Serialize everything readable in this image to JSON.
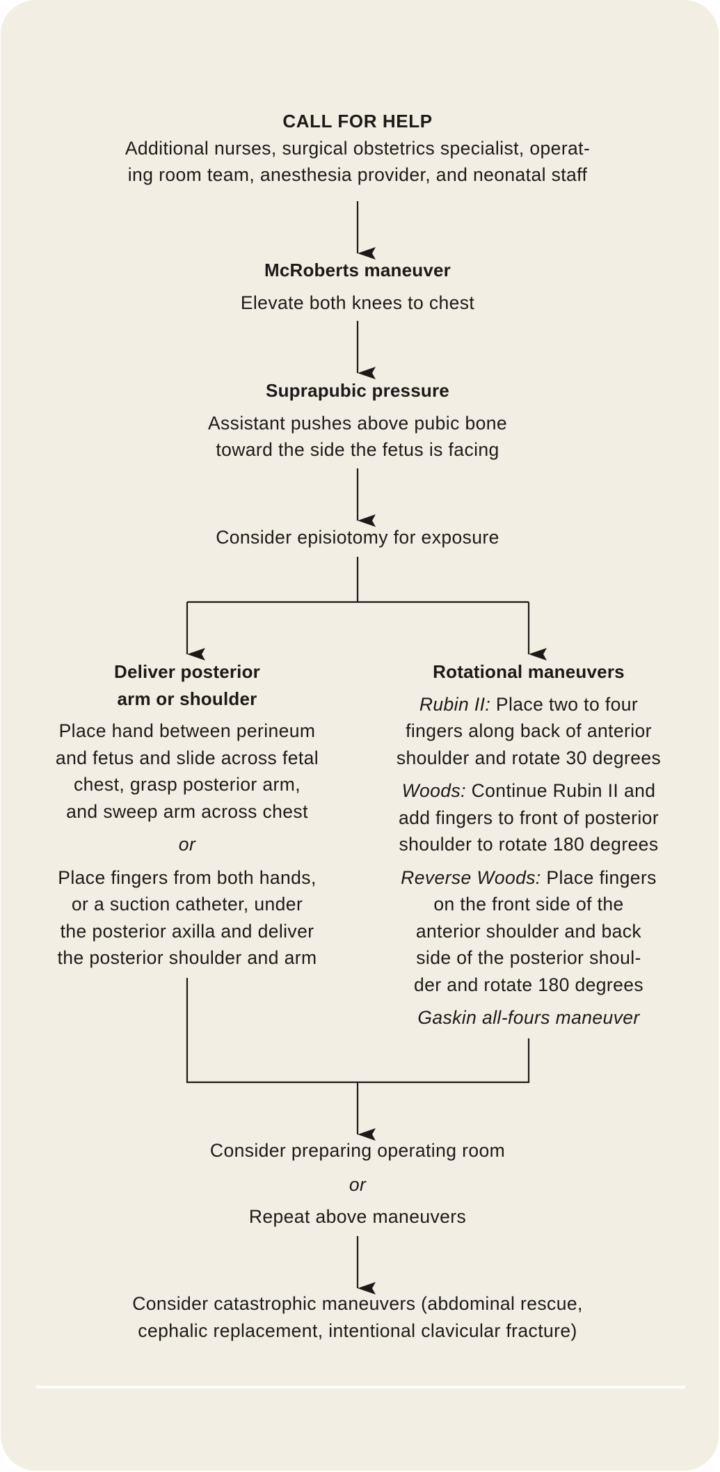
{
  "flowchart": {
    "colors": {
      "background": "#F2EEE4",
      "text": "#1C1A18",
      "connector": "#1C1A18",
      "divider": "#FFFFFF"
    },
    "call_for_help": {
      "title": "CALL FOR HELP",
      "lines": [
        "Additional nurses, surgical obstetrics specialist, operat-",
        "ing room team, anesthesia provider, and neonatal staff"
      ]
    },
    "mcroberts": {
      "title": "McRoberts maneuver",
      "lines": [
        "Elevate both knees to chest"
      ]
    },
    "suprapubic": {
      "title": "Suprapubic pressure",
      "lines": [
        "Assistant pushes above pubic bone",
        "toward the side the fetus is facing"
      ]
    },
    "episiotomy": {
      "lines": [
        "Consider episiotomy for exposure"
      ]
    },
    "posterior_arm": {
      "title_lines": [
        "Deliver posterior",
        "arm or shoulder"
      ],
      "option1_lines": [
        "Place hand between perineum",
        "and fetus and slide across fetal",
        "chest, grasp posterior arm,",
        "and sweep arm across chest"
      ],
      "or_label": "or",
      "option2_lines": [
        "Place fingers from both hands,",
        "or a suction catheter, under",
        "the posterior axilla and deliver",
        "the posterior shoulder and arm"
      ]
    },
    "rotational": {
      "title": "Rotational maneuvers",
      "rubin": {
        "label": "Rubin II:",
        "first_line_rest": " Place two to four",
        "more_lines": [
          "fingers along back of anterior",
          "shoulder and rotate 30 degrees"
        ]
      },
      "woods": {
        "label": "Woods:",
        "first_line_rest": " Continue Rubin II and",
        "more_lines": [
          "add fingers to front of posterior",
          "shoulder to rotate 180 degrees"
        ]
      },
      "reverse_woods": {
        "label": "Reverse Woods:",
        "first_line_rest": " Place fingers",
        "more_lines": [
          "on the front side of the",
          "anterior shoulder and back",
          "side of the posterior shoul-",
          "der and rotate 180 degrees"
        ]
      },
      "gaskin": "Gaskin all-fours maneuver"
    },
    "operating_room": {
      "line1": "Consider preparing operating room",
      "or_label": "or",
      "line2": "Repeat above maneuvers"
    },
    "catastrophic": {
      "lines": [
        "Consider catastrophic maneuvers (abdominal rescue,",
        "cephalic replacement, intentional clavicular fracture)"
      ]
    }
  }
}
